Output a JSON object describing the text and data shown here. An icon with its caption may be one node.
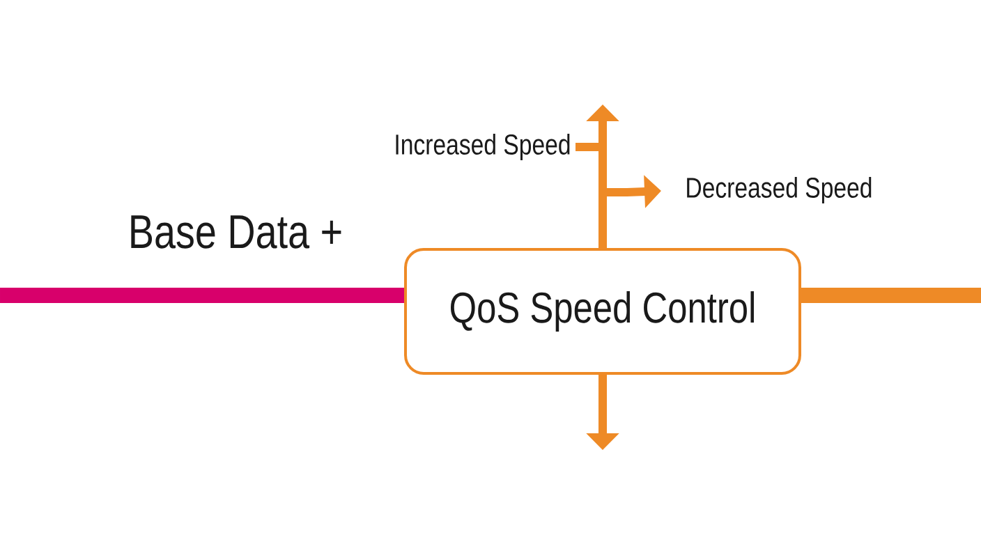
{
  "diagram": {
    "nodes": [
      {
        "text": [
          "QoS Speed Control"
        ]
      },
      {
        "text": [
          "Increased Speed"
        ]
      },
      {
        "text": [
          "Decreased Speed"
        ]
      }
    ],
    "edges": [
      {
        "from": null,
        "to": 0,
        "arrow": "none",
        "style": "thick",
        "color": "#d8006b"
      },
      {
        "from": 0,
        "to": null,
        "arrow": "none",
        "style": "thick"
      },
      {
        "from": 0,
        "to": null,
        "arrow": "to"
      },
      {
        "from": 0,
        "to": 1,
        "arrow": "none"
      },
      {
        "from": 0,
        "to": 2,
        "arrow": "to"
      },
      {
        "from": 0,
        "to": null,
        "arrow": "to"
      }
    ],
    "labels": [
      "Base Data +"
    ]
  }
}
